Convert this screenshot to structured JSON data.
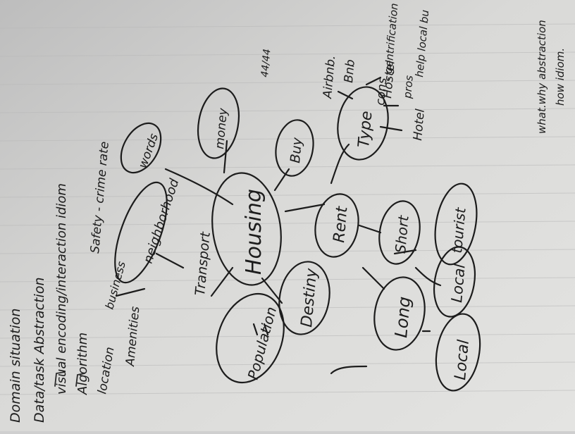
{
  "notes": {
    "line1": "Domain situation",
    "line2": "Data/task Abstraction",
    "line3": "visual encoding/interaction idiom",
    "line4": "Algorithm",
    "top_right_1": "what.why abstraction",
    "top_right_2": "how idiom."
  },
  "mindmap": {
    "center": "Housing",
    "nodes": {
      "rent": "Rent",
      "buy": "Buy",
      "money": "money",
      "words": "words",
      "density": "Destiny",
      "population": "Population",
      "long": "Long",
      "short": "Short",
      "local_mid": "Local",
      "local_bottom": "Local",
      "tourist": "tourist",
      "type": "Type"
    },
    "labels": {
      "neighborhood": "neighborhood",
      "business": "business",
      "location": "location",
      "amenities": "Amenities",
      "transport": "Transport",
      "safety": "Safety - crime rate",
      "airbnb": "Airbnb.",
      "bnb": "Bnb",
      "hostel": "Hostel",
      "hotel": "Hotel",
      "cons": "cons",
      "gentrification": "- gentrification",
      "pros": "pros",
      "help_local": "help local bu",
      "scribble": "44/44"
    }
  }
}
